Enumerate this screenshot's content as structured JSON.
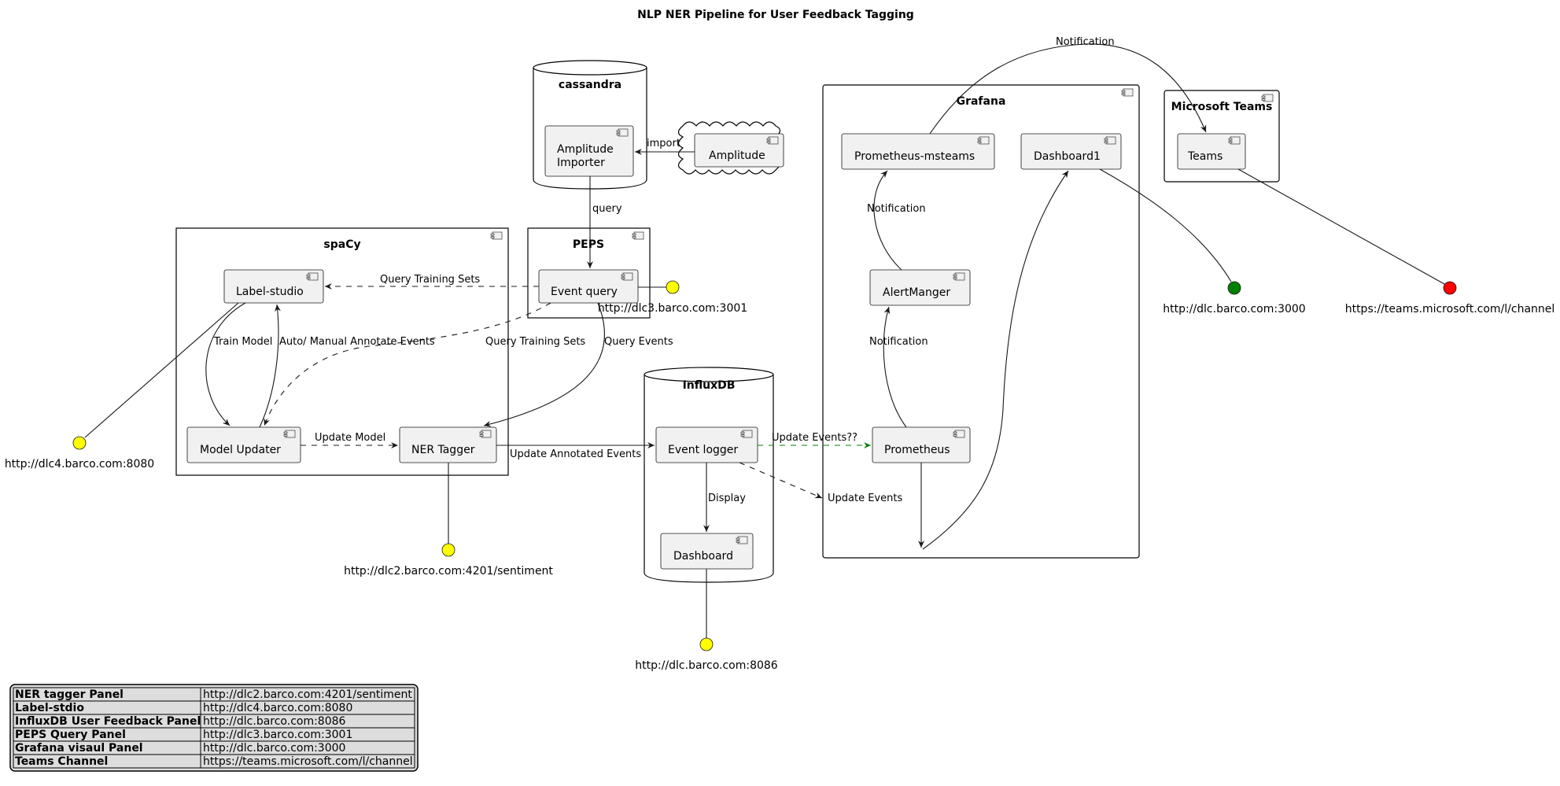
{
  "title": "NLP NER Pipeline for User Feedback Tagging",
  "groups": {
    "cassandra": "cassandra",
    "spacy": "spaCy",
    "peps": "PEPS",
    "influxdb": "InfluxDB",
    "grafana": "Grafana",
    "teams": "Microsoft Teams"
  },
  "components": {
    "amplitude_importer_line1": "Amplitude",
    "amplitude_importer_line2": "Importer",
    "amplitude": "Amplitude",
    "label_studio": "Label-studio",
    "event_query": "Event query",
    "model_updater": "Model Updater",
    "ner_tagger": "NER Tagger",
    "event_logger": "Event logger",
    "dashboard": "Dashboard",
    "prometheus_msteams": "Prometheus-msteams",
    "dashboard1": "Dashboard1",
    "alertmanager": "AlertManger",
    "prometheus": "Prometheus",
    "teams": "Teams"
  },
  "edges": {
    "import": "import",
    "query": "query",
    "query_training_sets_1": "Query Training Sets",
    "query_training_sets_2": "Query Training Sets",
    "train_model": "Train Model",
    "auto_manual": "Auto/ Manual Annotate Events",
    "query_events": "Query Events",
    "update_model": "Update Model",
    "update_annotated_events": "Update Annotated Events",
    "display": "Display",
    "update_events_qq": "Update Events??",
    "update_events": "Update Events",
    "notification_top": "Notification",
    "notification_1": "Notification",
    "notification_2": "Notification"
  },
  "interfaces": {
    "peps": {
      "label": "http://dlc3.barco.com:3001",
      "color": "#ffff00"
    },
    "label_studio": {
      "label": "http://dlc4.barco.com:8080",
      "color": "#ffff00"
    },
    "ner": {
      "label": "http://dlc2.barco.com:4201/sentiment",
      "color": "#ffff00"
    },
    "influx": {
      "label": "http://dlc.barco.com:8086",
      "color": "#ffff00"
    },
    "grafana": {
      "label": "http://dlc.barco.com:3000",
      "color": "#008000"
    },
    "teams": {
      "label": "https://teams.microsoft.com/l/channel",
      "color": "#ff0000"
    }
  },
  "legend": [
    {
      "key": "NER tagger Panel",
      "value": "http://dlc2.barco.com:4201/sentiment"
    },
    {
      "key": "Label-stdio",
      "value": "http://dlc4.barco.com:8080"
    },
    {
      "key": "InfluxDB User Feedback Panel",
      "value": "http://dlc.barco.com:8086"
    },
    {
      "key": "PEPS Query Panel",
      "value": "http://dlc3.barco.com:3001"
    },
    {
      "key": "Grafana visaul Panel",
      "value": "http://dlc.barco.com:3000"
    },
    {
      "key": "Teams Channel",
      "value": "https://teams.microsoft.com/l/channel"
    }
  ]
}
